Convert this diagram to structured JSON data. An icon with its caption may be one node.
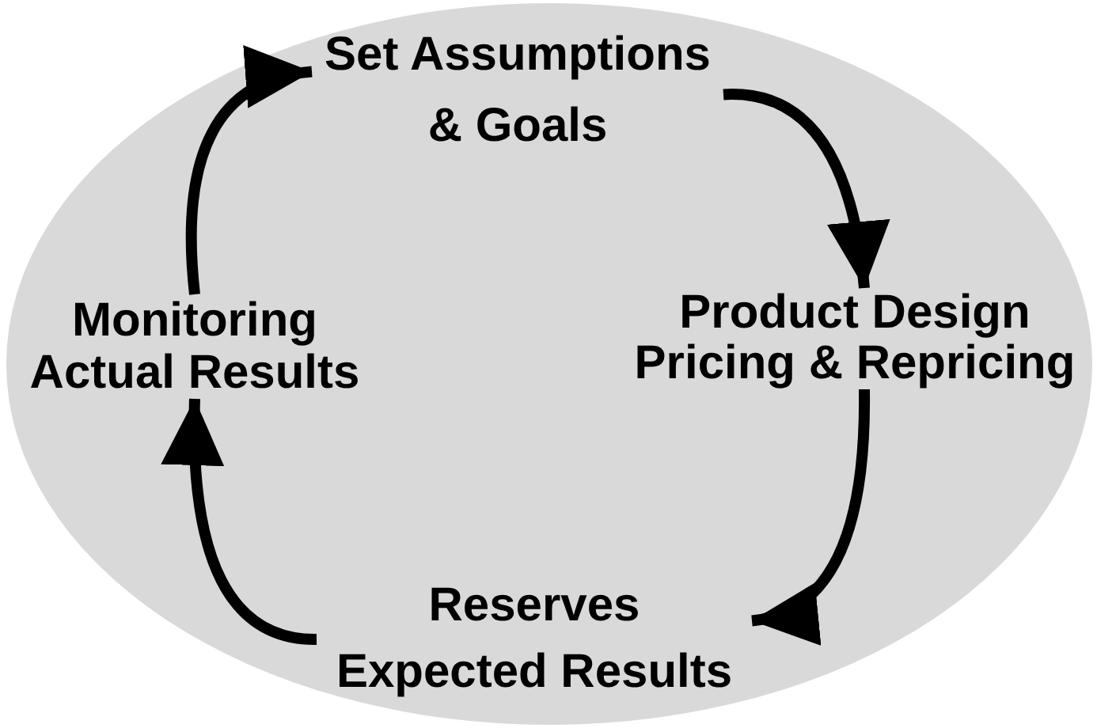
{
  "diagram": {
    "nodes": [
      {
        "text": [
          "Set Assumptions & Goals"
        ]
      },
      {
        "text": [
          "Product Design Pricing & Repricing"
        ]
      },
      {
        "text": [
          "Reserves Expected Results"
        ]
      },
      {
        "text": [
          "Monitoring Actual Results"
        ]
      }
    ],
    "edges": [
      {
        "from": 0,
        "to": 1,
        "arrow": "to"
      },
      {
        "from": 1,
        "to": 2,
        "arrow": "to"
      },
      {
        "from": 2,
        "to": 3,
        "arrow": "to"
      },
      {
        "from": 3,
        "to": 0,
        "arrow": "to"
      }
    ]
  }
}
